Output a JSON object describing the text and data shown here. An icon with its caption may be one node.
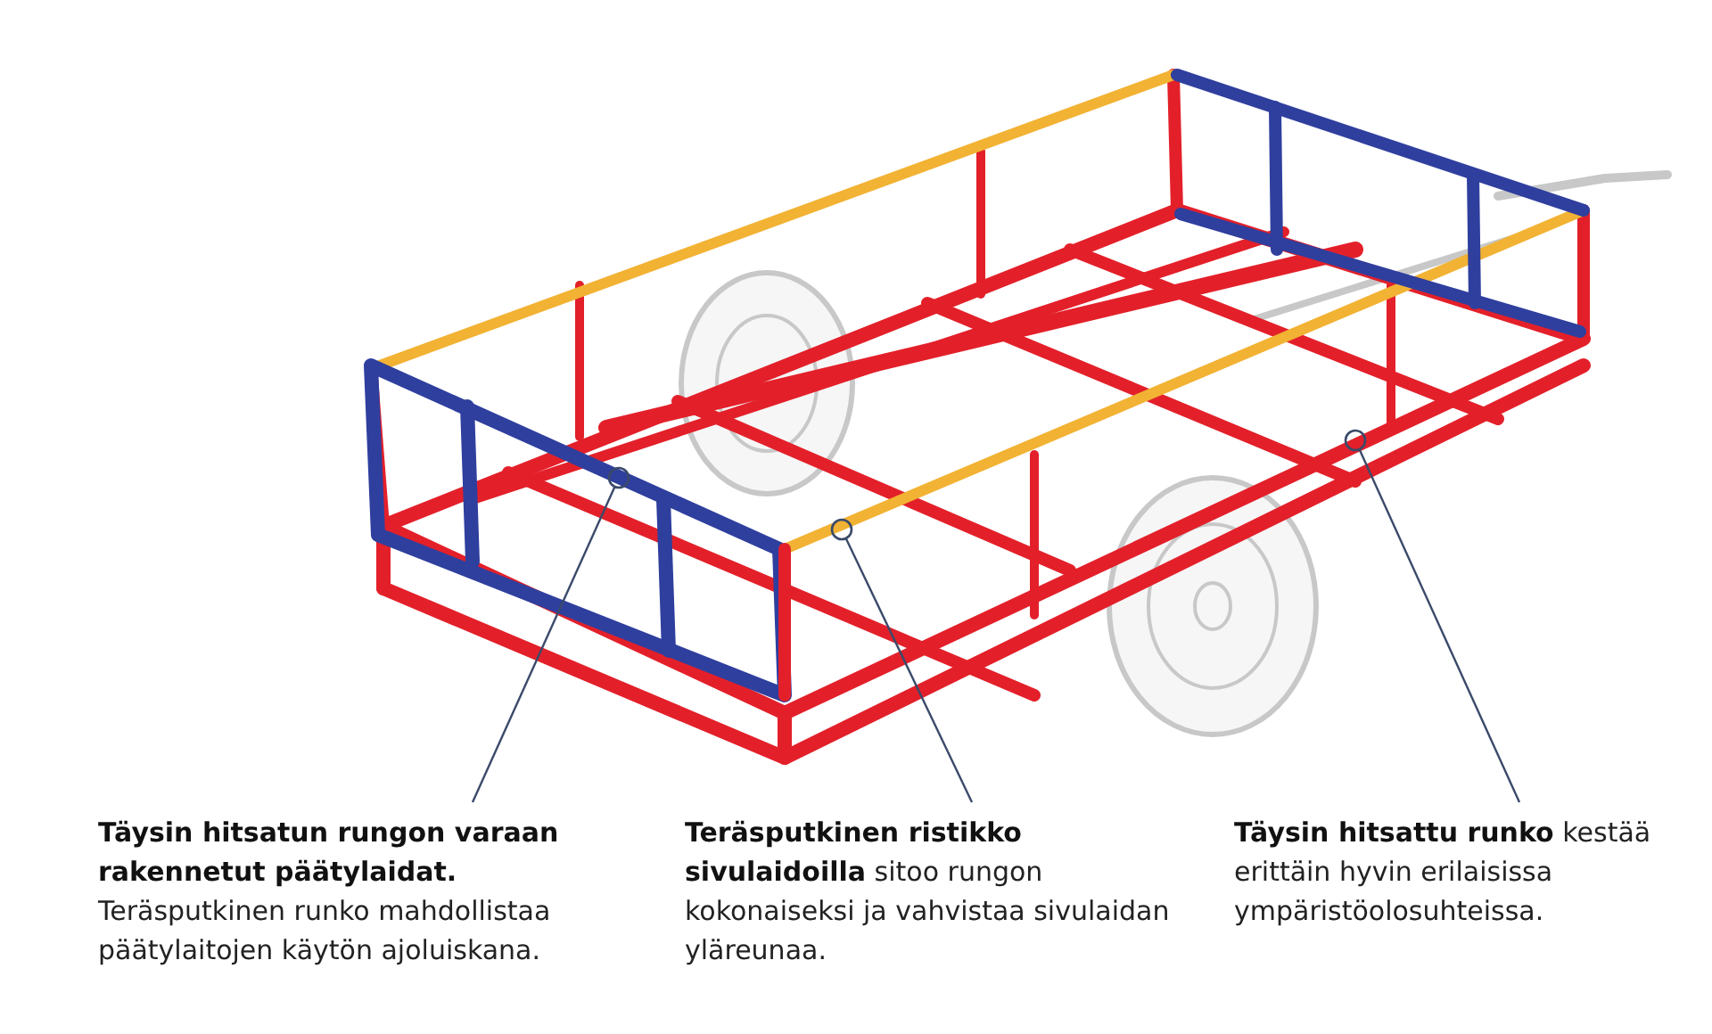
{
  "diagram": {
    "nodes": [
      {
        "text": [
          "**Täysin hitsatun rungon varaan rakennetut päätylaidat.** Teräsputkinen runko mahdollistaa päätylaitojen käytön ajoluiskana."
        ]
      },
      {
        "text": [
          "**Teräsputkinen ristikko sivulaidoilla** sitoo rungon kokonaiseksi ja vahvistaa sivulaidan yläreunaa."
        ]
      },
      {
        "text": [
          "**Täysin hitsattu runko** kestää erittäin hyvin erilaisissa ympäristöolosuhteissa."
        ]
      }
    ],
    "edges": [
      {
        "from": 0,
        "to": null,
        "arrow": "other"
      },
      {
        "from": 1,
        "to": null,
        "arrow": "other"
      },
      {
        "from": 2,
        "to": null,
        "arrow": "other"
      }
    ]
  }
}
